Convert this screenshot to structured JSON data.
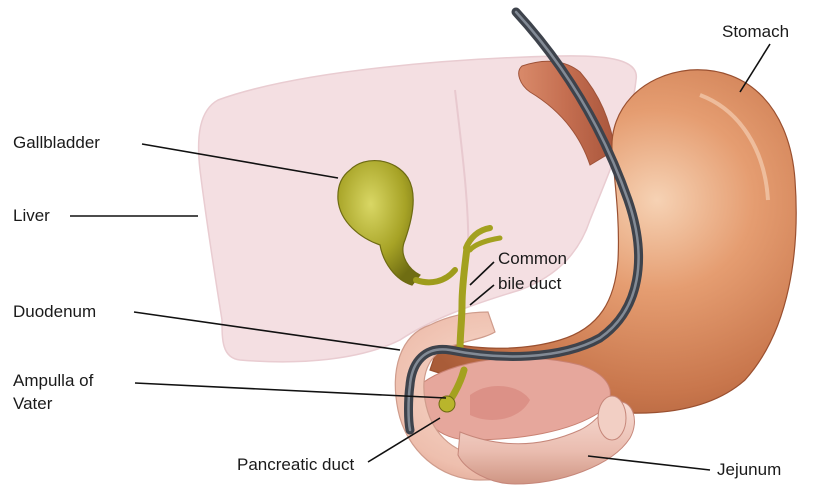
{
  "labels": {
    "stomach": "Stomach",
    "gallbladder": "Gallbladder",
    "liver": "Liver",
    "common_bile_duct_line1": "Common",
    "common_bile_duct_line2": "bile duct",
    "duodenum": "Duodenum",
    "ampulla_line1": "Ampulla of",
    "ampulla_line2": "Vater",
    "pancreatic_duct": "Pancreatic duct",
    "jejunum": "Jejunum"
  },
  "colors": {
    "background": "#ffffff",
    "liver": "#f4dfe2",
    "stomach": "#d8865a",
    "stomach_highlight": "#f3c8a6",
    "esophagus": "#c8795c",
    "duodenum": "#f0c7b8",
    "pancreas": "#e6a79c",
    "gallbladder": "#a7a326",
    "bile_duct": "#a3a11f",
    "endoscope": "#444a55",
    "leader_line": "#111111",
    "label_text": "#1a1a1a"
  }
}
